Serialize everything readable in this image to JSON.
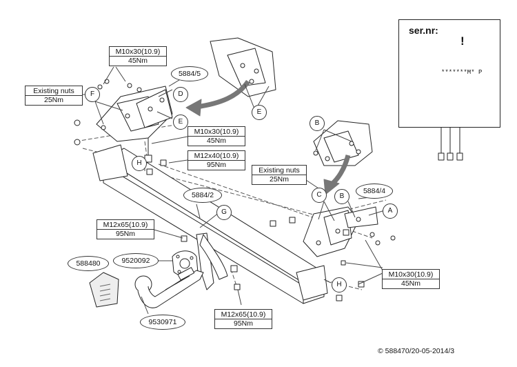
{
  "serial_panel": {
    "label": "ser.nr:",
    "plate_text": "*******M* P"
  },
  "part_labels": {
    "bracket_left": "5884/5",
    "bracket_right": "5884/4",
    "crossbar": "5884/2",
    "kit_bag": "588480",
    "socket_plate": "9520092",
    "towball": "9530971"
  },
  "callouts": {
    "a": "A",
    "b": "B",
    "c": "C",
    "d": "D",
    "e": "E",
    "f": "F",
    "g": "G",
    "h": "H"
  },
  "torque_boxes": [
    {
      "id": "m10x30_top",
      "bolt": "M10x30(10.9)",
      "torque": "45Nm"
    },
    {
      "id": "existing_nuts_left",
      "bolt": "Existing nuts",
      "torque": "25Nm"
    },
    {
      "id": "m10x30_center",
      "bolt": "M10x30(10.9)",
      "torque": "45Nm"
    },
    {
      "id": "m12x40",
      "bolt": "M12x40(10.9)",
      "torque": "95Nm"
    },
    {
      "id": "existing_nuts_right",
      "bolt": "Existing nuts",
      "torque": "25Nm"
    },
    {
      "id": "m12x65_left",
      "bolt": "M12x65(10.9)",
      "torque": "95Nm"
    },
    {
      "id": "m10x30_right",
      "bolt": "M10x30(10.9)",
      "torque": "45Nm"
    },
    {
      "id": "m12x65_bottom",
      "bolt": "M12x65(10.9)",
      "torque": "95Nm"
    }
  ],
  "copyright": "© 588470/20-05-2014/3"
}
